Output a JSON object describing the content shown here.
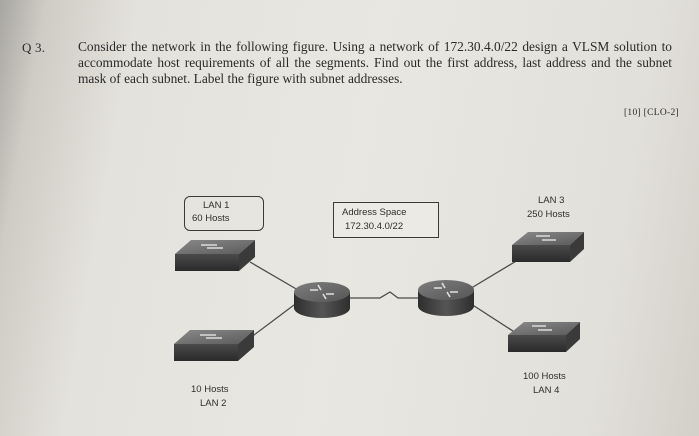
{
  "question": {
    "number": "Q 3.",
    "text": "Consider the network in the following figure. Using a network of 172.30.4.0/22 design a VLSM solution to accommodate host requirements of all the segments. Find out the first address, last address and the subnet mask of each subnet. Label the figure with subnet addresses.",
    "marks": "[10] [CLO-2]"
  },
  "figure": {
    "lan1": {
      "name": "LAN 1",
      "hosts": "60 Hosts"
    },
    "lan2": {
      "name": "LAN 2",
      "hosts": "10 Hosts"
    },
    "lan3": {
      "name": "LAN 3",
      "hosts": "250 Hosts"
    },
    "lan4": {
      "name": "LAN 4",
      "hosts": "100 Hosts"
    },
    "address_space": {
      "title": "Address Space",
      "value": "172.30.4.0/22"
    }
  }
}
